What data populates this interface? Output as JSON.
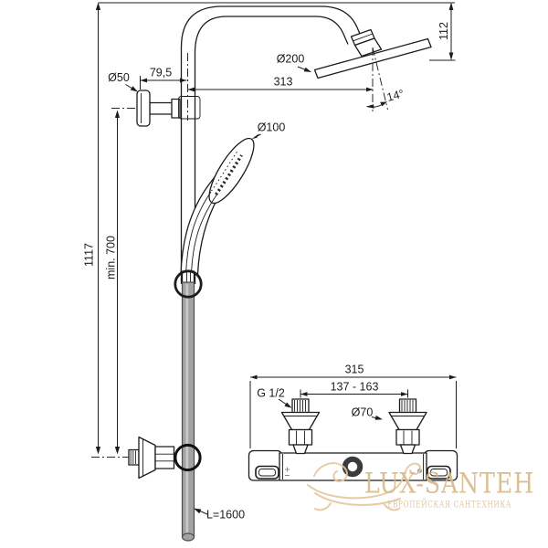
{
  "drawing": {
    "dims": {
      "bracket_dia": "Ø50",
      "bracket_offset": "79,5",
      "head_dia": "Ø200",
      "head_reach": "313",
      "head_drop": "112",
      "head_angle": "14°",
      "hand_dia": "Ø100",
      "total_height": "1117",
      "min_height": "min. 700",
      "hose_length": "L=1600"
    },
    "mixer": {
      "width": "315",
      "centers": "137 - 163",
      "thread": "G 1/2",
      "escutcheon_dia": "Ø70"
    }
  },
  "watermark": {
    "title": "LUX-SANTEH",
    "subtitle": "ЕВРОПЕЙСКАЯ САНТЕХНИКА",
    "title_color": "#d9ba8c",
    "subtitle_color": "#dcc29a",
    "art_color": "#e5c89c"
  },
  "colors": {
    "line": "#1c1c1c",
    "hose": "#a3a3a3",
    "background": "#ffffff"
  }
}
